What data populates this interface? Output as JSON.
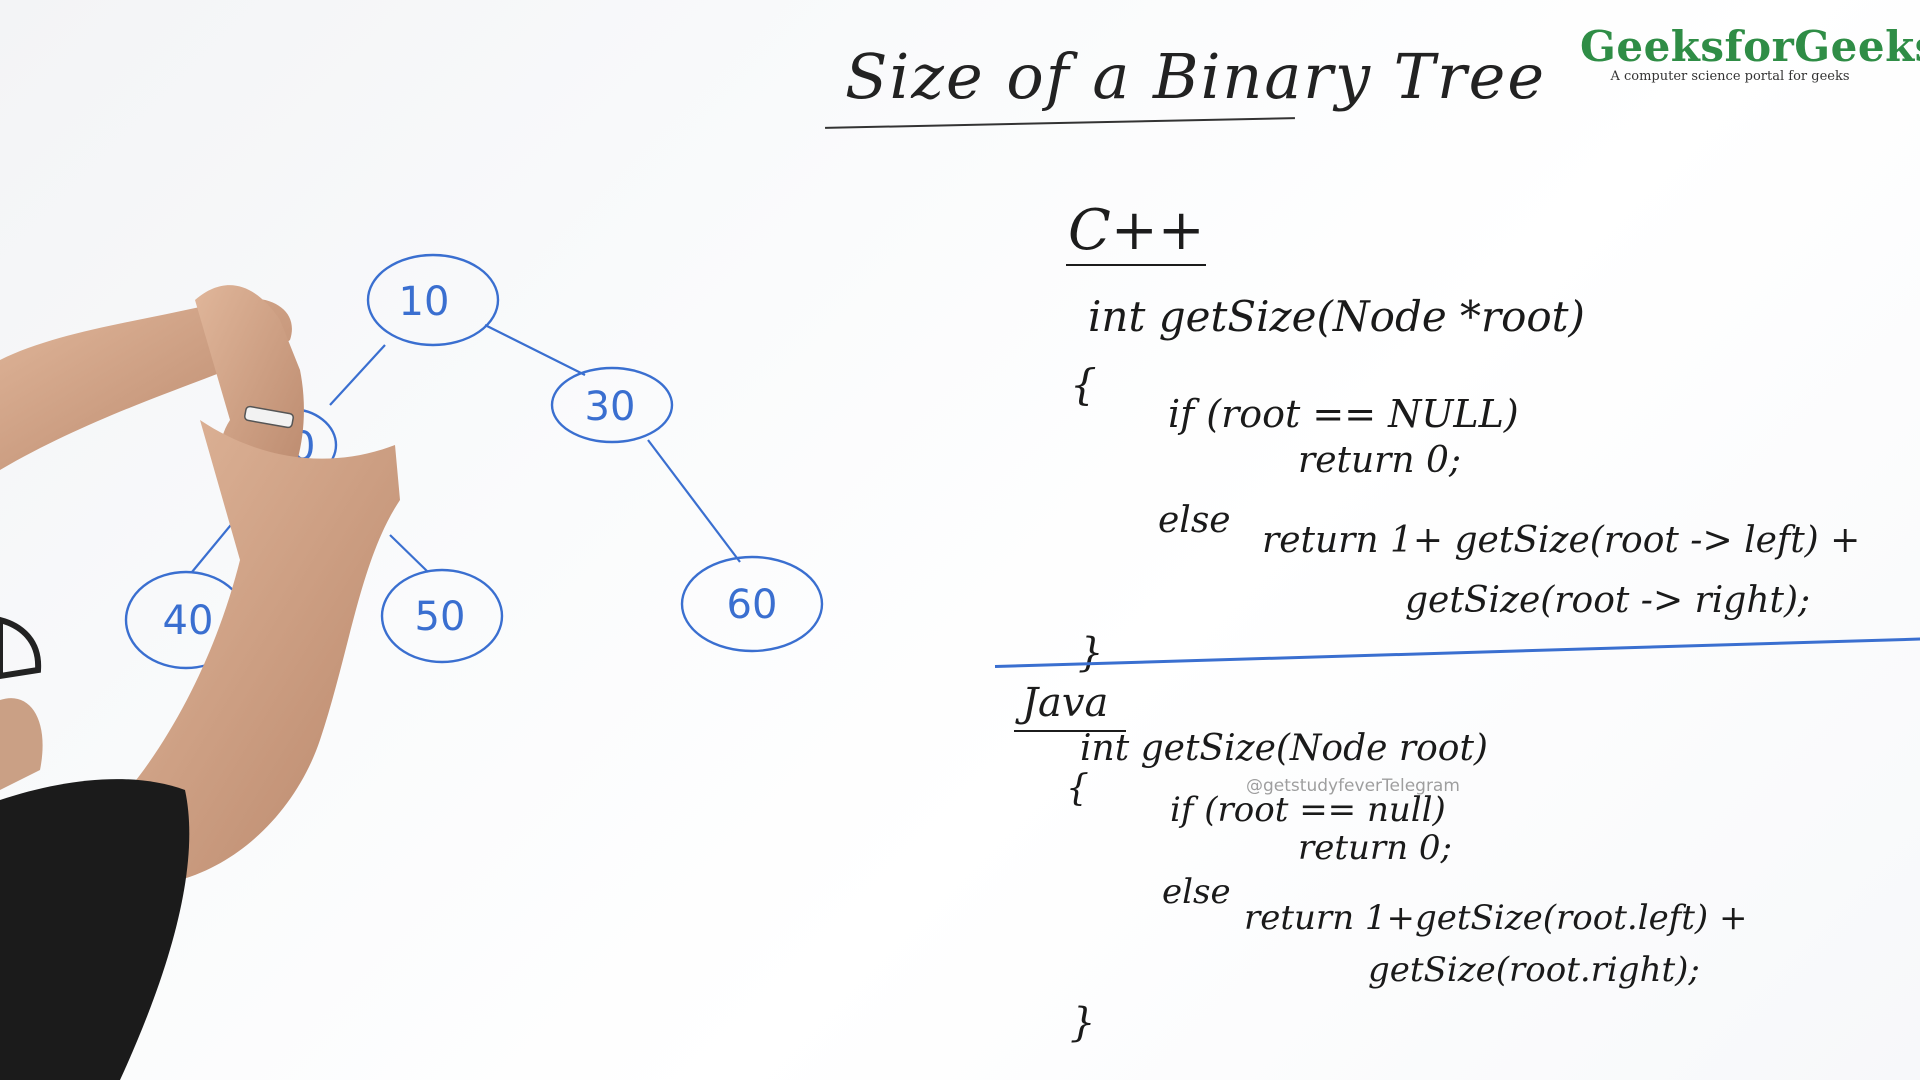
{
  "title": "Size of a Binary Tree",
  "logo": {
    "name": "GeeksforGeeks",
    "tagline": "A computer science portal for geeks",
    "color": "#2f8d46"
  },
  "watermark": "@getstudyfeverTelegram",
  "tree": {
    "ink_color": "#3a6fd0",
    "nodes": [
      "10",
      "20",
      "30",
      "40",
      "50",
      "60"
    ]
  },
  "cpp": {
    "label": "C++",
    "lines": [
      "int getSize(Node *root)",
      "{",
      "if (root == NULL)",
      "return 0;",
      "else",
      "return 1+ getSize(root -> left) +",
      "getSize(root -> right);",
      "}"
    ]
  },
  "java": {
    "label": "Java",
    "lines": [
      "int getSize(Node root)",
      "{",
      "if (root == null)",
      "return 0;",
      "else",
      "return 1+getSize(root.left) +",
      "getSize(root.right);",
      "}"
    ]
  }
}
